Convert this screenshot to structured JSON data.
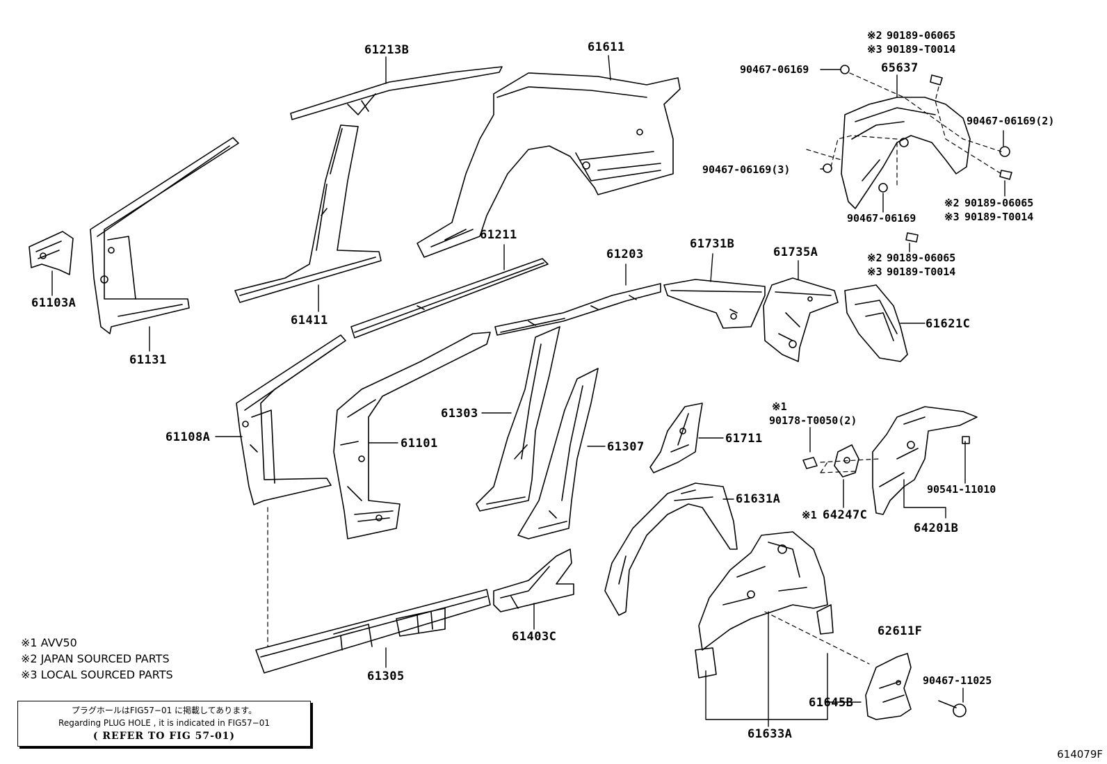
{
  "parts": {
    "p61213B": "61213B",
    "p61611": "61611",
    "p61103A": "61103A",
    "p61131": "61131",
    "p61411": "61411",
    "p61211": "61211",
    "p61203": "61203",
    "p61731B": "61731B",
    "p61735A": "61735A",
    "p61621C": "61621C",
    "p65637": "65637",
    "p61108A": "61108A",
    "p61101": "61101",
    "p61303": "61303",
    "p61307": "61307",
    "p61711": "61711",
    "p61631A": "61631A",
    "p64247C": "64247C",
    "p64201B": "64201B",
    "p61305": "61305",
    "p61403C": "61403C",
    "p62611F": "62611F",
    "p61645B": "61645B",
    "p61633A": "61633A"
  },
  "fasteners": {
    "f1_mark": "※2",
    "f1": "90189-06065",
    "f2_mark": "※3",
    "f2": "90189-T0014",
    "f3": "90467-06169",
    "f4": "90467-06169(2)",
    "f5": "90467-06169(3)",
    "f6": "90467-06169",
    "f7_mark": "※2",
    "f7": "90189-06065",
    "f8_mark": "※3",
    "f8": "90189-T0014",
    "f9_mark": "※2",
    "f9": "90189-06065",
    "f10_mark": "※3",
    "f10": "90189-T0014",
    "f11_mark": "※1",
    "f11": "90178-T0050(2)",
    "f12": "90541-11010",
    "f13_mark": "※1",
    "f14": "90467-11025"
  },
  "legend": {
    "n1": "※1 AVV50",
    "n2": "※2 JAPAN SOURCED PARTS",
    "n3": "※3 LOCAL SOURCED PARTS"
  },
  "reference": {
    "jp": "プラグホールはFIG57−01 に掲載してあります。",
    "en": "Regarding  PLUG HOLE , it is  indicated  in  FIG57−01",
    "fig": "( REFER TO FIG 57-01)"
  },
  "figure_code": "614079F"
}
